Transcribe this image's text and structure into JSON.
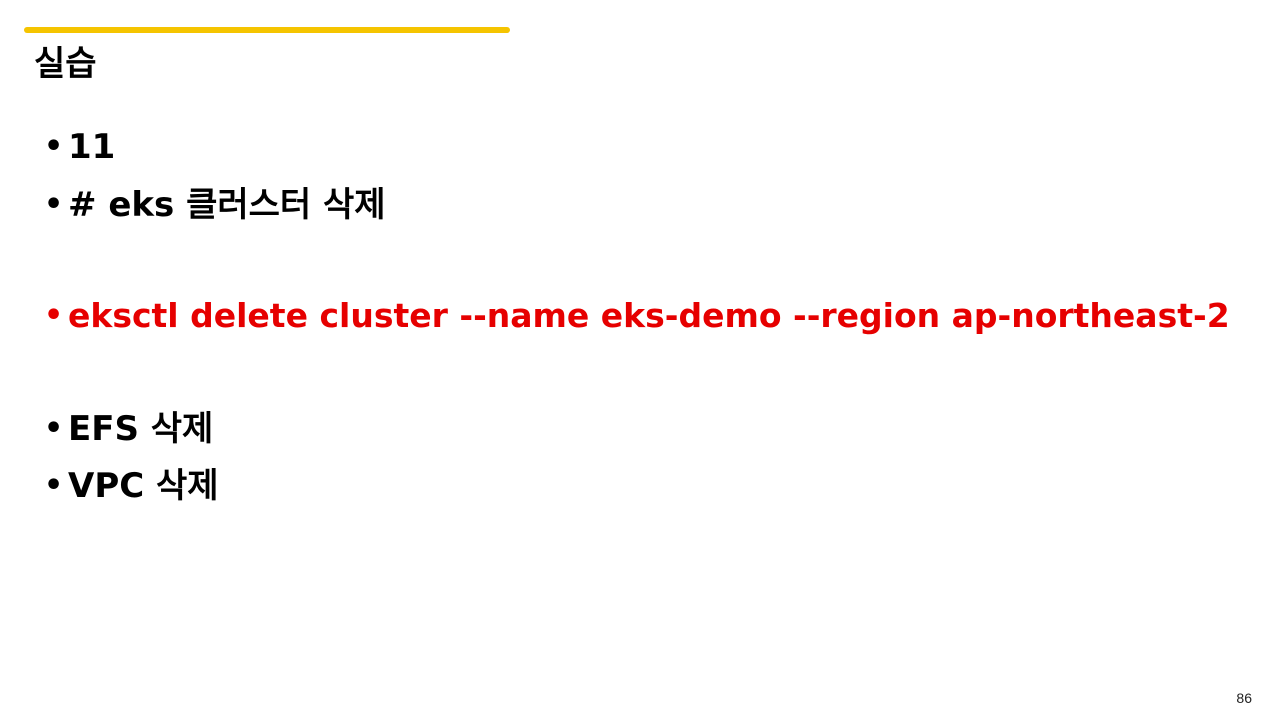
{
  "slide": {
    "title": "실습",
    "page_number": "86",
    "accent_color": "#f5c400",
    "bullets": [
      {
        "text": "11",
        "color": "#000000"
      },
      {
        "text": "# eks 클러스터 삭제",
        "color": "#000000"
      },
      {
        "text": "eksctl delete cluster --name eks-demo --region ap-northeast-2",
        "color": "#e60000"
      },
      {
        "text": "EFS 삭제",
        "color": "#000000"
      },
      {
        "text": "VPC 삭제",
        "color": "#000000"
      }
    ],
    "bullet_glyph": "•"
  }
}
